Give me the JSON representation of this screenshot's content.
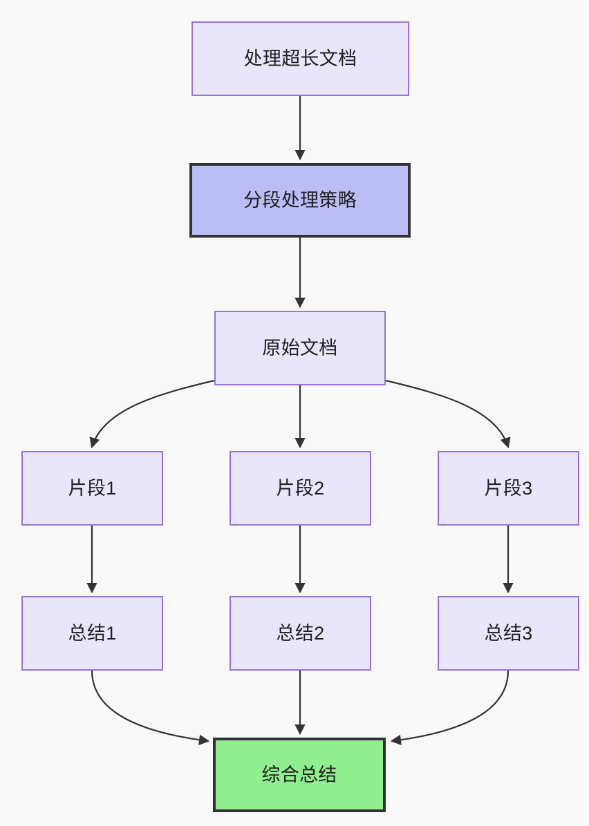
{
  "diagram": {
    "type": "flowchart",
    "direction": "top-to-bottom",
    "background_color": "#f9f9fa",
    "nodes": [
      {
        "id": "doc",
        "label": "处理超长文档",
        "style": "plain",
        "fill": "#e9e6fc",
        "stroke": "#9672e0"
      },
      {
        "id": "strategy",
        "label": "分段处理策略",
        "style": "strong",
        "fill": "#bcbcf7",
        "stroke": "#333333"
      },
      {
        "id": "source",
        "label": "原始文档",
        "style": "plain",
        "fill": "#e9e6fc",
        "stroke": "#9672e0"
      },
      {
        "id": "frag1",
        "label": "片段1",
        "style": "plain",
        "fill": "#e9e6fc",
        "stroke": "#9672e0"
      },
      {
        "id": "frag2",
        "label": "片段2",
        "style": "plain",
        "fill": "#e9e6fc",
        "stroke": "#9672e0"
      },
      {
        "id": "frag3",
        "label": "片段3",
        "style": "plain",
        "fill": "#e9e6fc",
        "stroke": "#9672e0"
      },
      {
        "id": "sum1",
        "label": "总结1",
        "style": "plain",
        "fill": "#e9e6fc",
        "stroke": "#9672e0"
      },
      {
        "id": "sum2",
        "label": "总结2",
        "style": "plain",
        "fill": "#e9e6fc",
        "stroke": "#9672e0"
      },
      {
        "id": "sum3",
        "label": "总结3",
        "style": "plain",
        "fill": "#e9e6fc",
        "stroke": "#9672e0"
      },
      {
        "id": "final",
        "label": "综合总结",
        "style": "final",
        "fill": "#90f090",
        "stroke": "#333333"
      }
    ],
    "edges": [
      {
        "from": "doc",
        "to": "strategy",
        "shape": "straight",
        "label": ""
      },
      {
        "from": "strategy",
        "to": "source",
        "shape": "straight",
        "label": ""
      },
      {
        "from": "source",
        "to": "frag1",
        "shape": "curved",
        "label": ""
      },
      {
        "from": "source",
        "to": "frag2",
        "shape": "straight",
        "label": ""
      },
      {
        "from": "source",
        "to": "frag3",
        "shape": "curved",
        "label": ""
      },
      {
        "from": "frag1",
        "to": "sum1",
        "shape": "straight",
        "label": ""
      },
      {
        "from": "frag2",
        "to": "sum2",
        "shape": "straight",
        "label": ""
      },
      {
        "from": "frag3",
        "to": "sum3",
        "shape": "straight",
        "label": ""
      },
      {
        "from": "sum1",
        "to": "final",
        "shape": "curved",
        "label": ""
      },
      {
        "from": "sum2",
        "to": "final",
        "shape": "straight",
        "label": ""
      },
      {
        "from": "sum3",
        "to": "final",
        "shape": "curved",
        "label": ""
      }
    ],
    "edge_color": "#333333"
  }
}
